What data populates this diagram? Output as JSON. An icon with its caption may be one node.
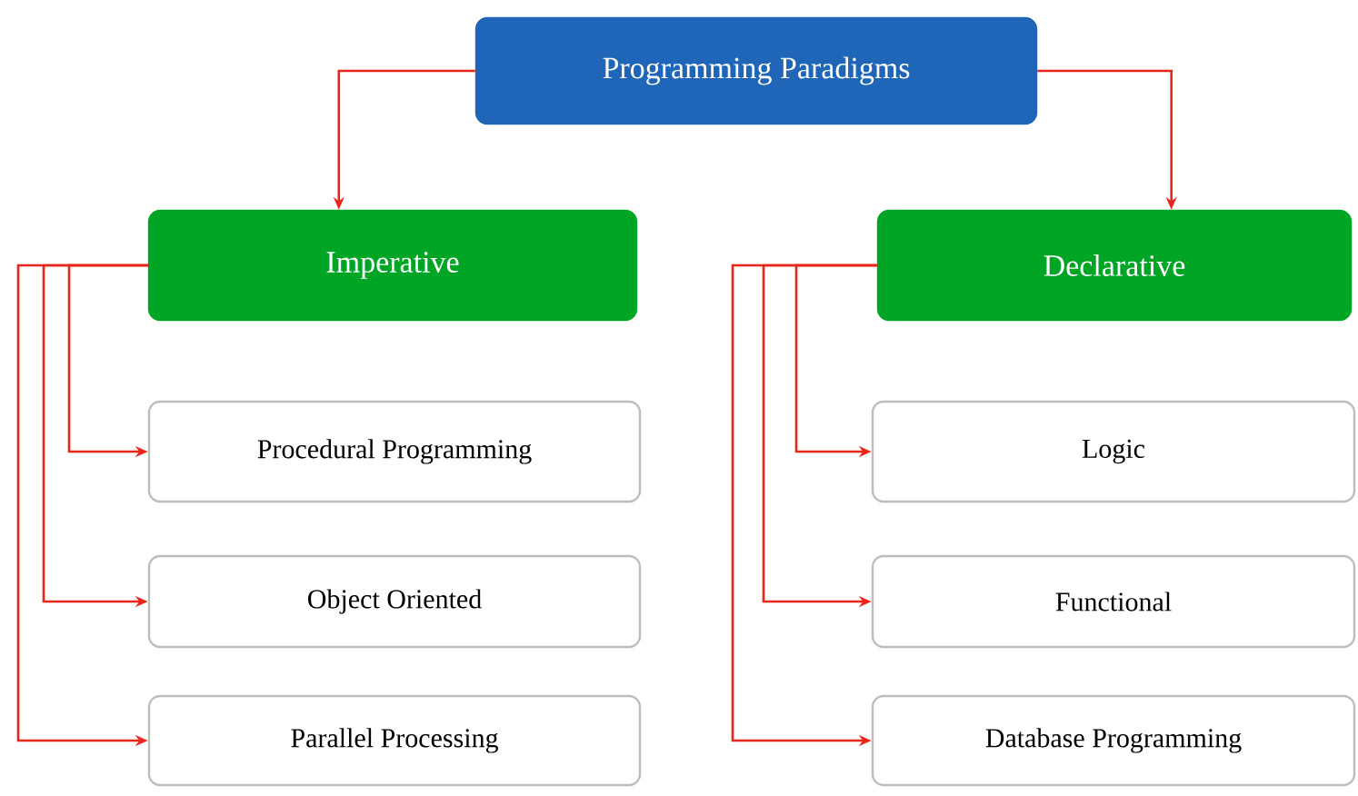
{
  "diagram": {
    "nodes": [
      {
        "text": [
          "Programming Paradigms"
        ]
      },
      {
        "text": [
          "Imperative"
        ]
      },
      {
        "text": [
          "Declarative"
        ]
      },
      {
        "text": [
          "Procedural Programming"
        ]
      },
      {
        "text": [
          "Object Oriented"
        ]
      },
      {
        "text": [
          "Parallel Processing"
        ]
      },
      {
        "text": [
          "Logic"
        ]
      },
      {
        "text": [
          "Functional"
        ]
      },
      {
        "text": [
          "Database Programming"
        ]
      }
    ],
    "edges": [
      {
        "from": 0,
        "to": 1,
        "arrow": "to"
      },
      {
        "from": 0,
        "to": 2,
        "arrow": "to"
      },
      {
        "from": 1,
        "to": 3,
        "arrow": "to"
      },
      {
        "from": 1,
        "to": 4,
        "arrow": "to"
      },
      {
        "from": 1,
        "to": 5,
        "arrow": "to"
      },
      {
        "from": 2,
        "to": 6,
        "arrow": "to"
      },
      {
        "from": 2,
        "to": 7,
        "arrow": "to"
      },
      {
        "from": 2,
        "to": 8,
        "arrow": "to"
      }
    ]
  }
}
